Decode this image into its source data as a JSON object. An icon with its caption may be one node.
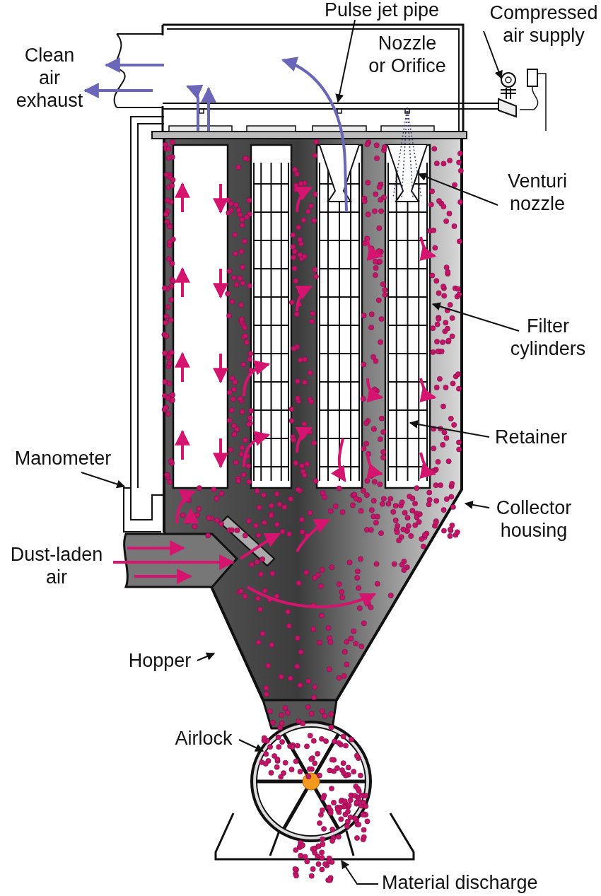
{
  "diagram": {
    "nodes": [
      {
        "text": [
          "Pulse jet pipe"
        ]
      },
      {
        "text": [
          "Compressed air supply"
        ]
      },
      {
        "text": [
          "Venturi nozzle"
        ]
      },
      {
        "text": [
          "Filter cylinders"
        ]
      },
      {
        "text": [
          "Retainer"
        ]
      },
      {
        "text": [
          "Manometer"
        ]
      },
      {
        "text": [
          "Collector housing"
        ]
      },
      {
        "text": [
          "Hopper"
        ]
      },
      {
        "text": [
          "Airlock"
        ]
      },
      {
        "text": [
          "Material discharge"
        ]
      }
    ],
    "edges": [
      {
        "from": 0,
        "to": null,
        "arrow": "to"
      },
      {
        "from": 1,
        "to": null,
        "arrow": "to"
      },
      {
        "from": 2,
        "to": null,
        "arrow": "to"
      },
      {
        "from": 3,
        "to": null,
        "arrow": "to"
      },
      {
        "from": 4,
        "to": null,
        "arrow": "to"
      },
      {
        "from": 5,
        "to": null,
        "arrow": "to"
      },
      {
        "from": 6,
        "to": null,
        "arrow": "to"
      },
      {
        "from": 7,
        "to": null,
        "arrow": "to"
      },
      {
        "from": 8,
        "to": null,
        "arrow": "to"
      },
      {
        "from": 9,
        "to": null,
        "arrow": "to"
      }
    ],
    "labels": [
      "Clean air exhaust",
      "Nozzle or Orifice",
      "Dust-laden air"
    ]
  }
}
